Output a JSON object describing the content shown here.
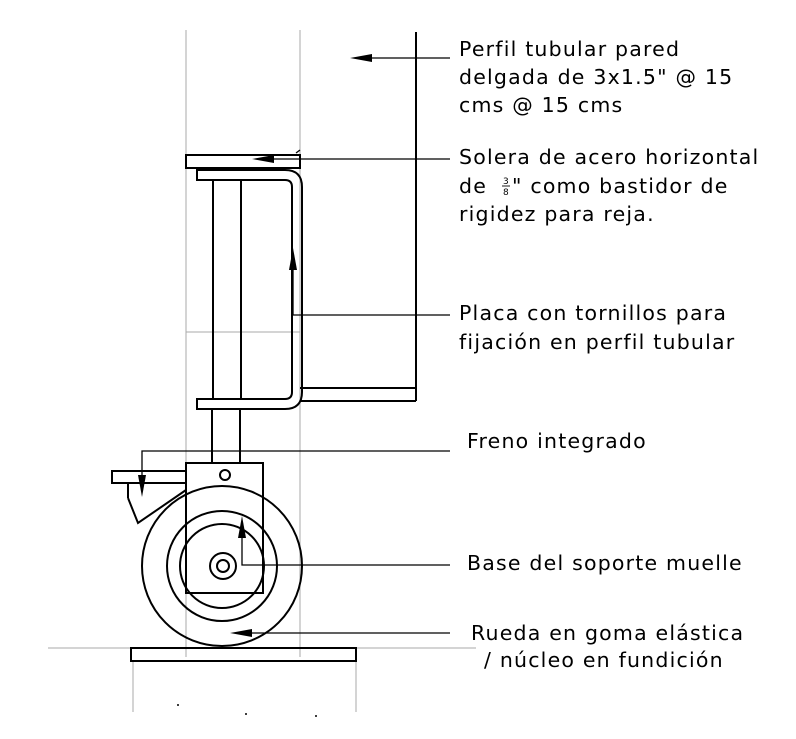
{
  "labels": {
    "tube": [
      "Perfil tubular pared",
      "delgada de 3x1.5\" @ 15",
      "cms @ 15 cms"
    ],
    "bar": {
      "line1": "Solera de acero horizontal",
      "line2_prefix": "de ",
      "fraction_num": "3",
      "fraction_den": "8",
      "line2_suffix": "\" como bastidor de",
      "line3": "rigidez para reja."
    },
    "plate": [
      "Placa con tornillos para",
      "fijación en perfil tubular"
    ],
    "brake": [
      "Freno integrado"
    ],
    "base": [
      "Base del soporte muelle"
    ],
    "wheel": [
      "Rueda en goma elástica",
      "/  núcleo en fundición"
    ]
  },
  "colors": {
    "line": "#000000",
    "grid": "#aaaaaa",
    "background": "#ffffff"
  }
}
